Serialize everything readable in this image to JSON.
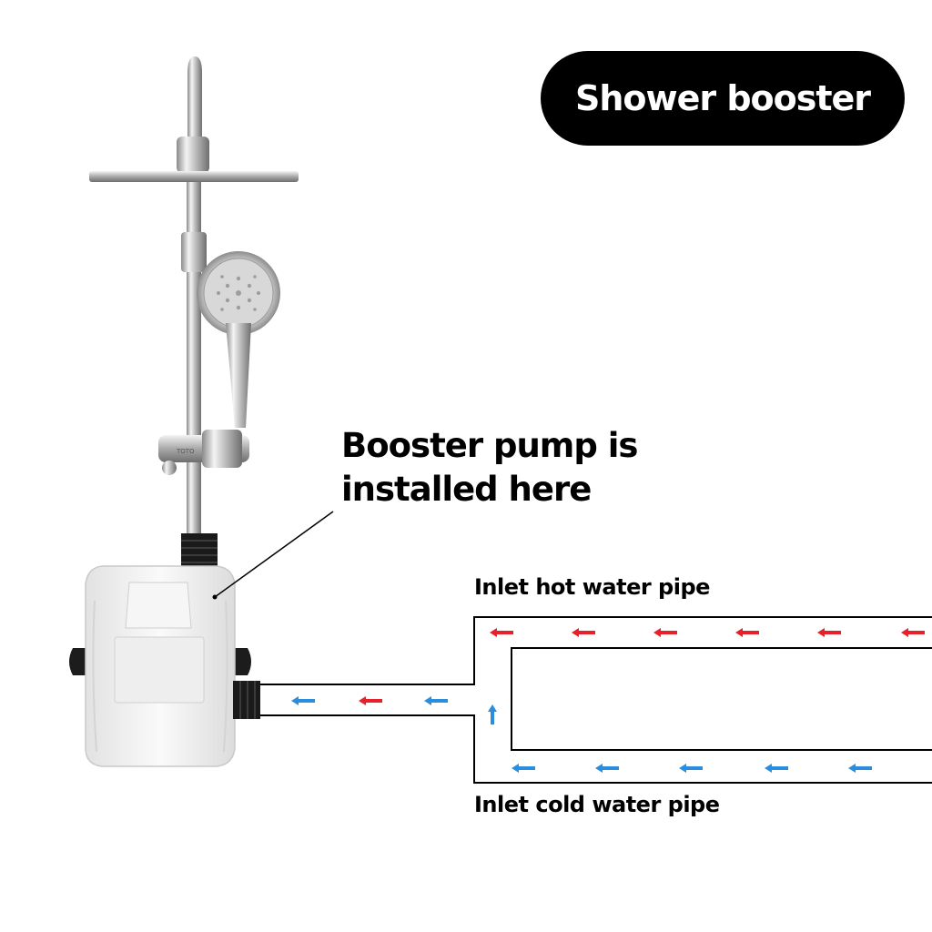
{
  "title": "Shower booster",
  "callout": {
    "line1": "Booster pump is",
    "line2": "installed here"
  },
  "pipes": {
    "hot_label": "Inlet hot water pipe",
    "cold_label": "Inlet cold water pipe"
  },
  "colors": {
    "hot_arrow": "#e8202a",
    "cold_arrow": "#2a8ee0",
    "pill": "#000000",
    "pump_body": "#f2f2f2"
  },
  "device": {
    "faucet_brand": "TOTO"
  }
}
